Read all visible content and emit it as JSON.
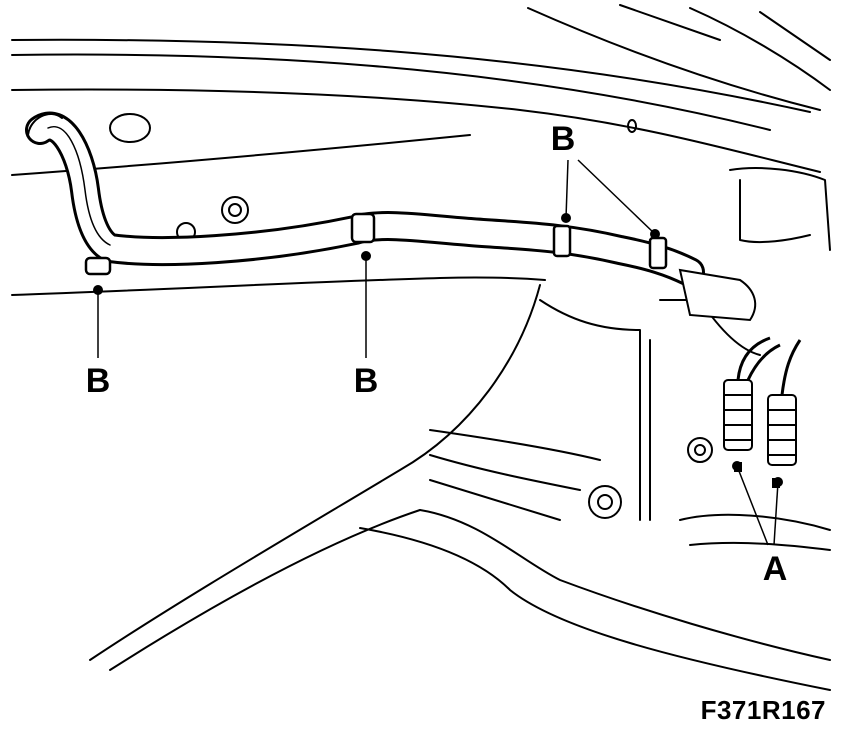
{
  "figure": {
    "code": "F371R167"
  },
  "callouts": {
    "a": "A",
    "b_left": "B",
    "b_middle": "B",
    "b_top": "B"
  },
  "colors": {
    "line": "#000000",
    "background": "#ffffff"
  }
}
